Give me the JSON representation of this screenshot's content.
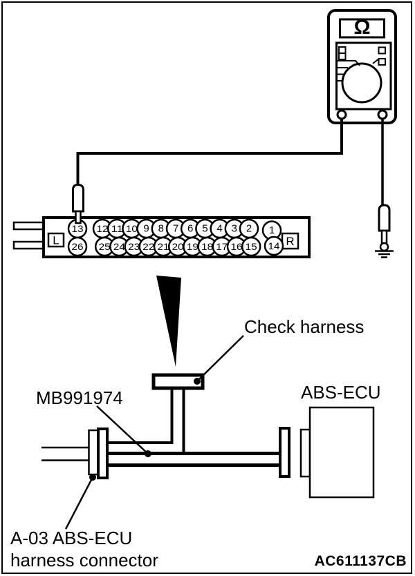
{
  "colors": {
    "line": "#000000",
    "background": "#ffffff"
  },
  "multimeter": {
    "display_symbol": "Ω"
  },
  "connector": {
    "left_label": "L",
    "right_label": "R",
    "pin_rows": {
      "top": [
        "13",
        "12",
        "11",
        "10",
        "9",
        "8",
        "7",
        "6",
        "5",
        "4",
        "3",
        "2",
        "1"
      ],
      "bottom": [
        "26",
        "25",
        "24",
        "23",
        "22",
        "21",
        "20",
        "19",
        "18",
        "17",
        "16",
        "15",
        "14"
      ]
    }
  },
  "labels": {
    "check_harness": "Check harness",
    "tool_number": "MB991974",
    "abs_ecu": "ABS-ECU",
    "harness_connector_line1": "A-03 ABS-ECU",
    "harness_connector_line2": "harness connector",
    "figure_code": "AC611137CB"
  }
}
